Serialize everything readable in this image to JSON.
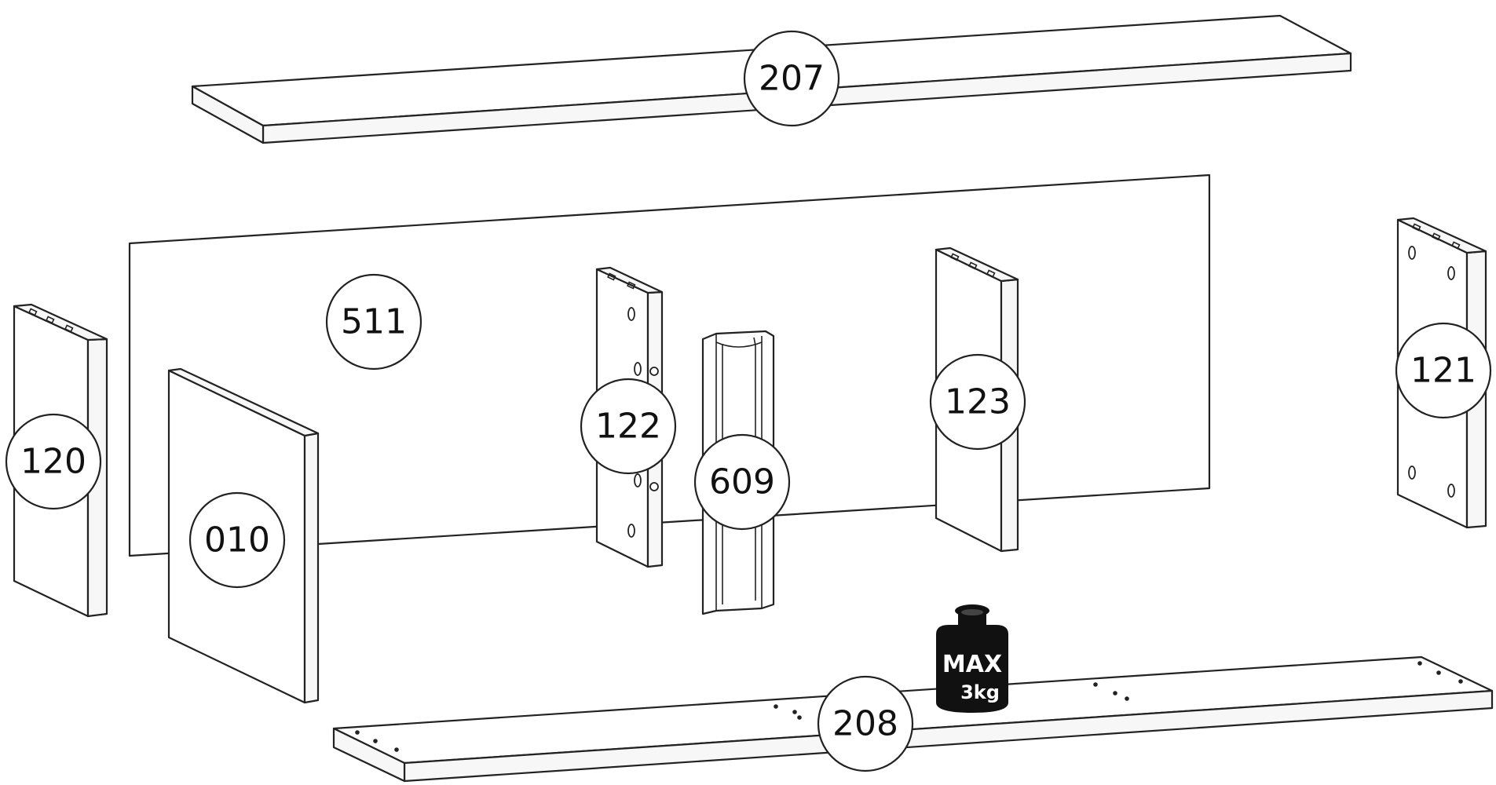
{
  "diagram": {
    "parts": [
      {
        "id": "top-board",
        "label": "207"
      },
      {
        "id": "back-panel",
        "label": "511"
      },
      {
        "id": "left-side",
        "label": "120"
      },
      {
        "id": "door",
        "label": "010"
      },
      {
        "id": "divider-left",
        "label": "122"
      },
      {
        "id": "rail",
        "label": "609"
      },
      {
        "id": "divider-right",
        "label": "123"
      },
      {
        "id": "right-side",
        "label": "121"
      },
      {
        "id": "bottom-board",
        "label": "208"
      }
    ],
    "weight_limit": {
      "line1": "MAX",
      "line2": "3kg"
    }
  },
  "colors": {
    "line": "#222222",
    "fill": "#ffffff",
    "weight": "#111111"
  }
}
